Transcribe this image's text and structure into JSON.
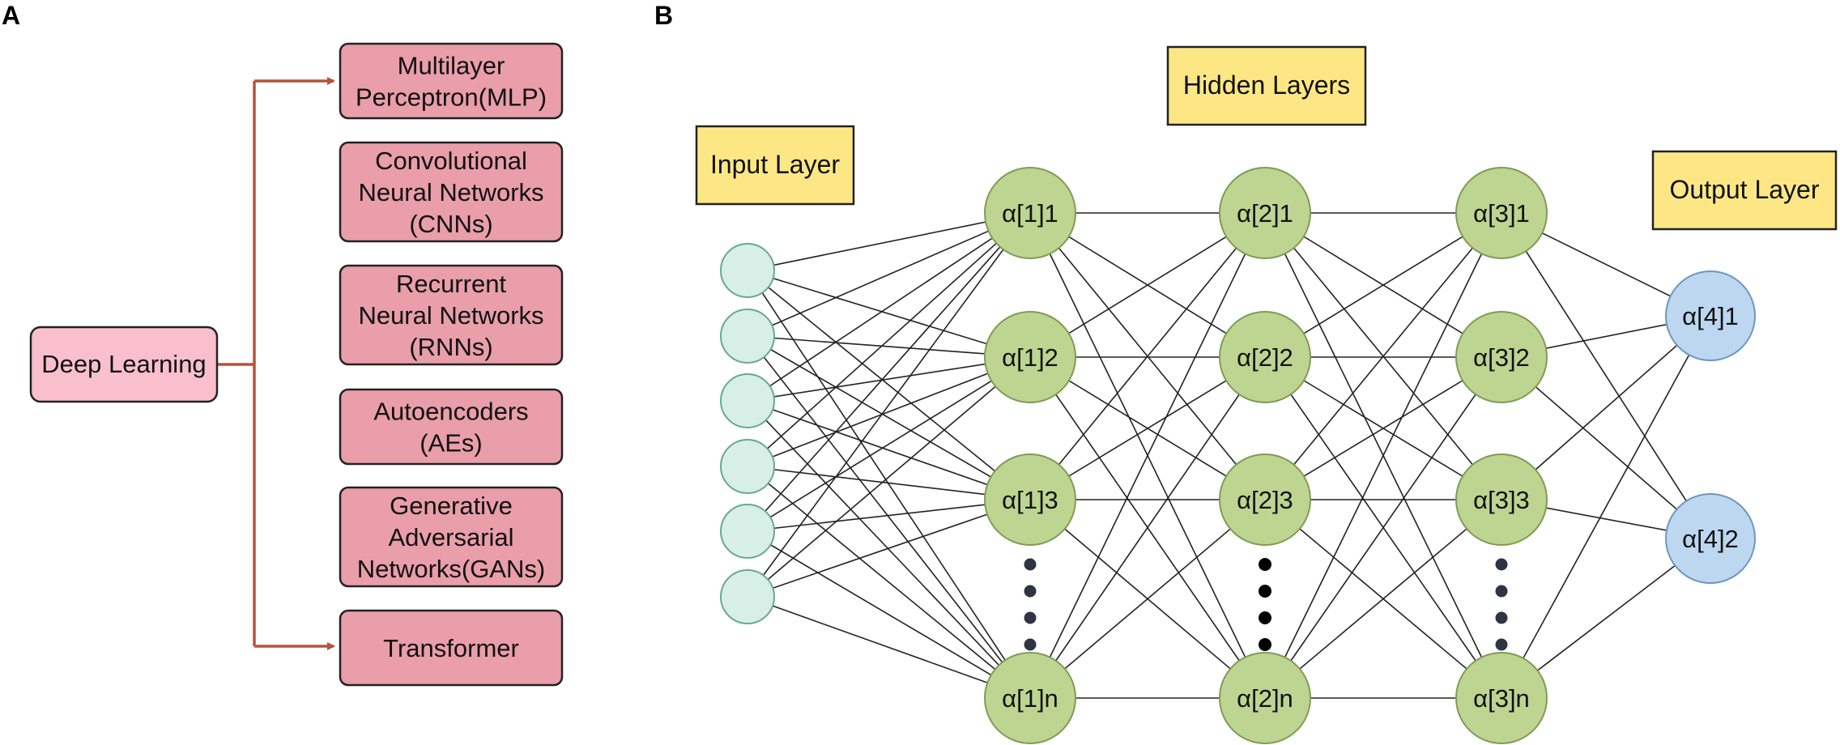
{
  "panel_a": {
    "label": "A",
    "root": "Deep Learning",
    "items": [
      [
        "Multilayer",
        "Perceptron(MLP)"
      ],
      [
        "Convolutional",
        "Neural Networks",
        "(CNNs)"
      ],
      [
        "Recurrent",
        "Neural Networks",
        "(RNNs)"
      ],
      [
        "Autoencoders",
        "(AEs)"
      ],
      [
        "Generative",
        "Adversarial",
        "Networks(GANs)"
      ],
      [
        "Transformer"
      ]
    ],
    "colors": {
      "root_fill": "#f9bfcd",
      "item_fill": "#e99ea9",
      "arrow": "#b3543d"
    }
  },
  "panel_b": {
    "label": "B",
    "input_title": "Input Layer",
    "hidden_title": "Hidden Layers",
    "output_title": "Output Layer",
    "input_node_count": 6,
    "hidden_layers": [
      [
        "α[1]1",
        "α[1]2",
        "α[1]3",
        "α[1]n"
      ],
      [
        "α[2]1",
        "α[2]2",
        "α[2]3",
        "α[2]n"
      ],
      [
        "α[3]1",
        "α[3]2",
        "α[3]3",
        "α[3]n"
      ]
    ],
    "output_nodes": [
      "α[4]1",
      "α[4]2"
    ],
    "colors": {
      "input": "#d7efe6",
      "hidden": "#bdd591",
      "output": "#bcd7ef",
      "title": "#fde785"
    }
  }
}
